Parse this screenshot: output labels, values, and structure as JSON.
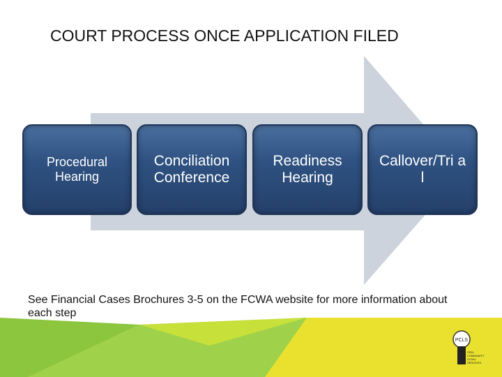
{
  "title": "COURT PROCESS ONCE APPLICATION FILED",
  "steps": [
    {
      "label": "Procedural Hearing"
    },
    {
      "label": "Conciliation Conference"
    },
    {
      "label": "Readiness Hearing"
    },
    {
      "label": "Callover/Tri al"
    }
  ],
  "note": "See Financial Cases Brochures 3-5 on the FCWA website for more information about each step",
  "logo": {
    "abbr": "PCLS",
    "text": "PEEL COMMUNITY LEGAL SERVICES"
  },
  "colors": {
    "step_fill": "#2f5282",
    "arrow": "#cdd3dc",
    "green_band": "#8cc63f",
    "yellow_band": "#e9e12d"
  }
}
